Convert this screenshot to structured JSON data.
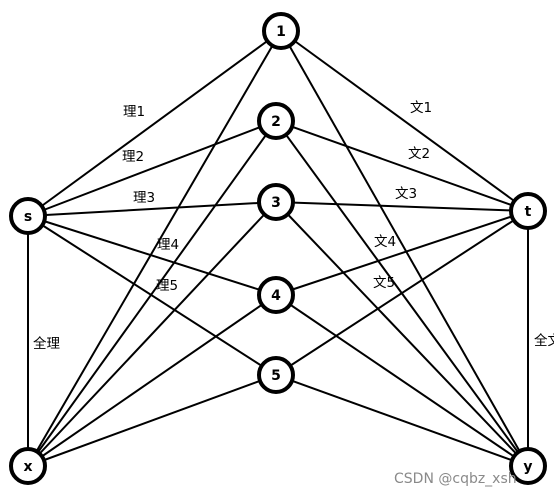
{
  "nodes": {
    "n1": "1",
    "n2": "2",
    "n3": "3",
    "n4": "4",
    "n5": "5",
    "s": "s",
    "t": "t",
    "x": "x",
    "y": "y"
  },
  "edge_labels": {
    "li1": "理1",
    "li2": "理2",
    "li3": "理3",
    "li4": "理4",
    "li5": "理5",
    "wen1": "文1",
    "wen2": "文2",
    "wen3": "文3",
    "wen4": "文4",
    "wen5": "文5",
    "quanli": "全理",
    "quanwen": "全文"
  },
  "watermark": "CSDN @cqbz_xsh",
  "colors": {
    "stroke": "#000000",
    "background": "#ffffff",
    "watermark": "#8a8a8a"
  }
}
